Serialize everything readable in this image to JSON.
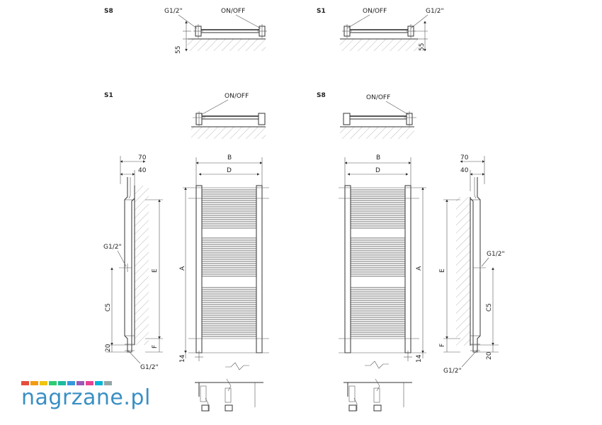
{
  "views": {
    "top_left_code": "S8",
    "top_right_code": "S1",
    "mid_left_code": "S1",
    "mid_right_code": "S8"
  },
  "labels": {
    "valve": "G1/2\"",
    "onoff": "ON/OFF"
  },
  "dims": {
    "d55": "55",
    "d70": "70",
    "d40": "40",
    "B": "B",
    "D": "D",
    "A": "A",
    "E": "E",
    "C5": "C5",
    "F": "F",
    "d20": "20",
    "d14": "14"
  },
  "brand": {
    "name": "nagrzane.pl",
    "squares": [
      "#e74c3c",
      "#f39c12",
      "#f1c40f",
      "#2ecc71",
      "#1abc9c",
      "#3498db",
      "#9b59b6",
      "#e84393",
      "#00b5d8",
      "#95a5a6"
    ]
  }
}
